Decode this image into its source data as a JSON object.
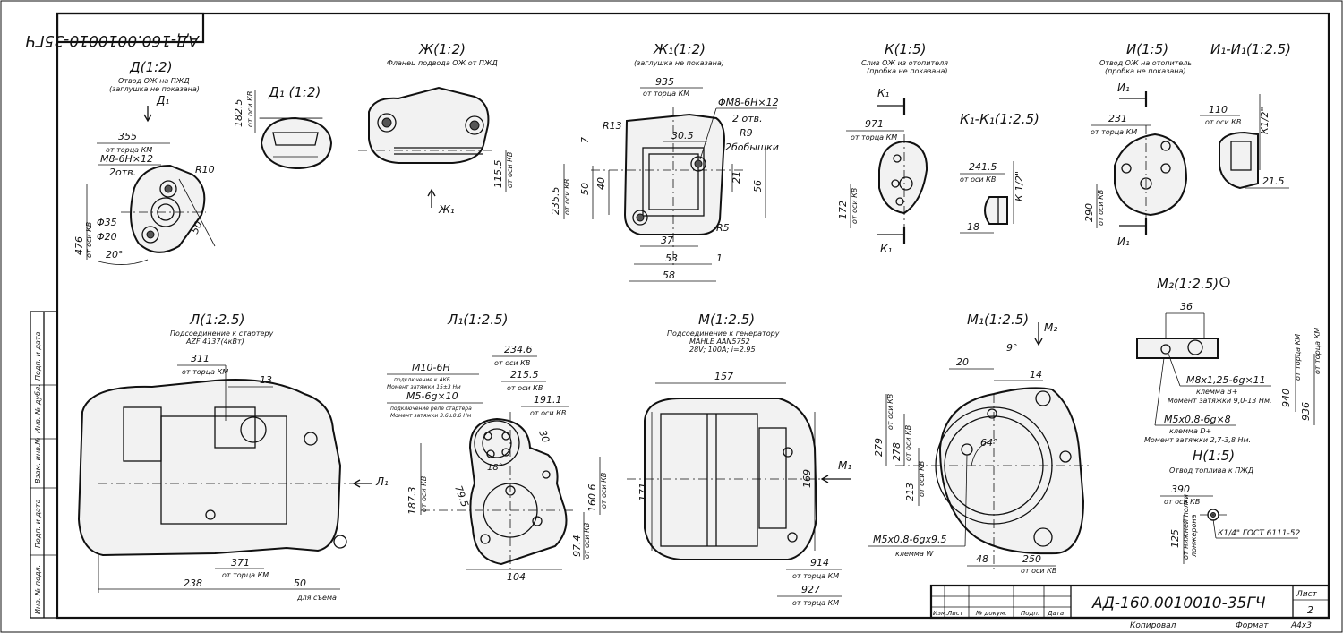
{
  "title_block": {
    "doc_number": "АД-160.0010010-35ГЧ",
    "doc_number_mirrored": "АД-160.0010010-35ГЧ",
    "sheet_label": "Лист",
    "sheet_number": "2",
    "copied_label": "Копировал",
    "format_label": "Формат",
    "format_value": "А4х3",
    "columns": [
      "Изм.",
      "Лист",
      "№ докум.",
      "Подп.",
      "Дата"
    ]
  },
  "side_stamp": [
    "Подп. и дата",
    "Инв. № дубл.",
    "Взам. инв.№",
    "Подп. и дата",
    "Инв. № подл."
  ],
  "views": {
    "D": {
      "title": "Д(1:2)",
      "note1": "Отвод ОЖ на ПЖД",
      "note2": "(заглушка не показана)",
      "arrow": "Д₁",
      "dims": [
        "355",
        "от торца КМ",
        "М8-6Н×12",
        "2отв.",
        "R10",
        "Φ35",
        "Φ20",
        "476",
        "от оси КВ",
        "50",
        "20°"
      ]
    },
    "D1": {
      "title": "Д₁ (1:2)",
      "dims": [
        "182.5",
        "от оси КВ"
      ]
    },
    "Zh": {
      "title": "Ж(1:2)",
      "note1": "Фланец подвода ОЖ от ПЖД",
      "arrow": "Ж₁",
      "dims": [
        "115.5",
        "от оси КВ"
      ]
    },
    "Zh1": {
      "title": "Ж₁(1:2)",
      "note1": "(заглушка не показана)",
      "dims": [
        "935",
        "от торца КМ",
        "ΦМ8-6Н×12",
        "2 отв.",
        "R13",
        "30.5",
        "R9",
        "2бобышки",
        "7",
        "235.5",
        "от оси КВ",
        "50",
        "40",
        "21",
        "56",
        "R5",
        "37",
        "53",
        "1",
        "58"
      ]
    },
    "K": {
      "title": "К(1:5)",
      "note1": "Слив ОЖ из отопителя",
      "note2": "(пробка не показана)",
      "arrow_top": "К₁",
      "arrow_bottom": "К₁",
      "dims": [
        "971",
        "от торца КМ",
        "172",
        "от оси КВ"
      ]
    },
    "K1": {
      "title": "К₁-К₁(1:2.5)",
      "dims": [
        "241.5",
        "от оси КВ",
        "К 1/2\"",
        "18"
      ]
    },
    "I": {
      "title": "И(1:5)",
      "note1": "Отвод ОЖ на отопитель",
      "note2": "(пробка не показана)",
      "arrow_top": "И₁",
      "arrow_bottom": "И₁",
      "dims": [
        "231",
        "от торца КМ",
        "290",
        "от оси КВ"
      ]
    },
    "I1": {
      "title": "И₁-И₁(1:2.5)",
      "dims": [
        "110",
        "от оси КВ",
        "К1/2\"",
        "21.5"
      ]
    },
    "M2": {
      "title": "М₂(1:2.5)",
      "dims": [
        "36",
        "936",
        "от торца КМ",
        "940",
        "от торца КМ",
        "М8х1,25-6g×11",
        "клемма В+",
        "Момент затяжки 9,0-13 Нм.",
        "М5х0,8-6g×8",
        "клемма D+",
        "Момент затяжки 2,7-3,8 Нм."
      ]
    },
    "N": {
      "title": "Н(1:5)",
      "note1": "Отвод топлива к ПЖД",
      "dims": [
        "390",
        "от оси КВ",
        "125",
        "от нижней полки",
        "лонжерона",
        "К1/4\" ГОСТ 6111-52"
      ]
    },
    "L": {
      "title": "Л(1:2.5)",
      "note1": "Подсоединение к стартеру",
      "note2": "AZF 4137(4кВт)",
      "arrow": "Л₁",
      "dims": [
        "311",
        "от торца КМ",
        "13",
        "371",
        "от торца КМ",
        "238",
        "50",
        "для съема"
      ]
    },
    "L1": {
      "title": "Л₁(1:2.5)",
      "dims": [
        "234.6",
        "от оси КВ",
        "215.5",
        "от оси КВ",
        "191.1",
        "от оси КВ",
        "М10-6Н",
        "подключение к АКБ",
        "Момент затяжки 15±3 Нм",
        "М5-6g×10",
        "подключение реле стартера",
        "Момент затяжки 3.6±0.6 Нм",
        "30",
        "18°",
        "187.3",
        "от оси КВ",
        "79.5",
        "160.6",
        "от оси КВ",
        "97.4",
        "от оси КВ",
        "104"
      ]
    },
    "M": {
      "title": "М(1:2.5)",
      "note1": "Подсоединение к генератору",
      "note2": "MAHLE AAN5752",
      "note3": "28V; 100A; i=2.95",
      "arrow": "М₁",
      "dims": [
        "157",
        "171",
        "169",
        "914",
        "от торца КМ",
        "927",
        "от торца КМ"
      ]
    },
    "M1": {
      "title": "М₁(1:2.5)",
      "arrow": "М₂",
      "dims": [
        "9°",
        "20",
        "14",
        "279",
        "от оси КВ",
        "278",
        "от оси КВ",
        "213",
        "от оси КВ",
        "64°",
        "М5х0.8-6gх9.5",
        "клемма W",
        "48",
        "250",
        "от оси КВ"
      ]
    }
  }
}
